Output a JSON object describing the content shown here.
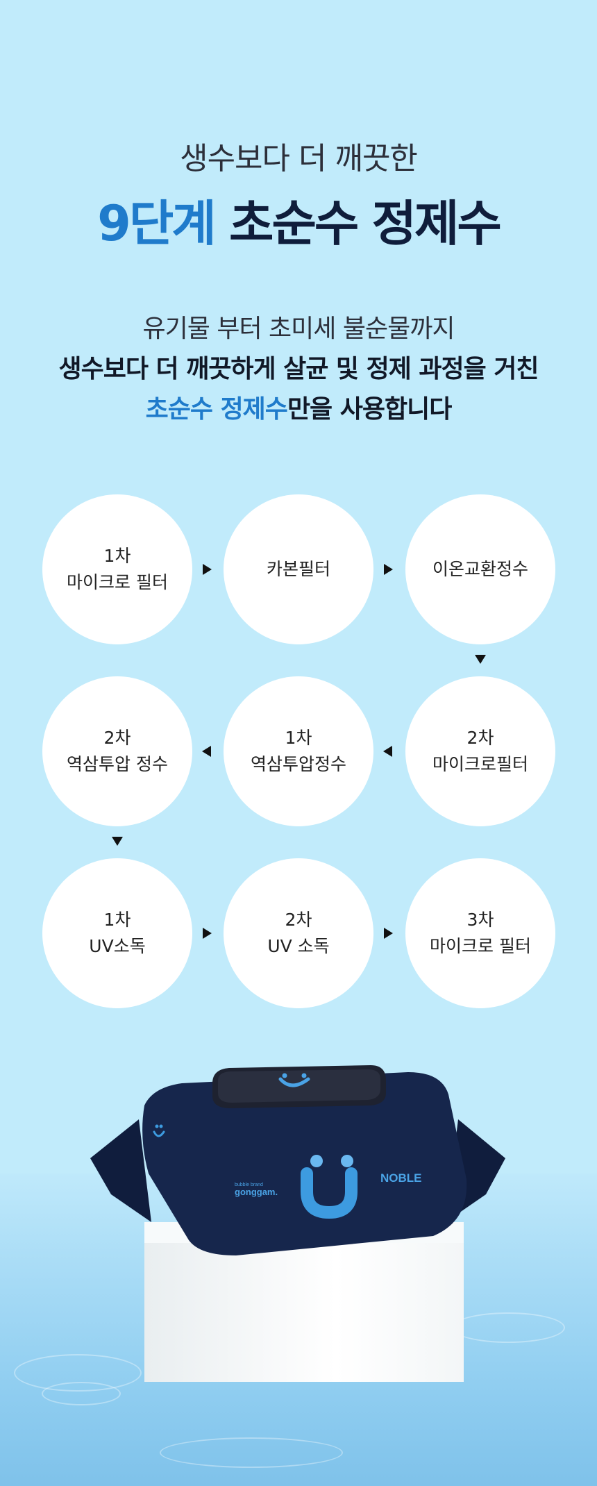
{
  "header": {
    "subtitle": "생수보다 더 깨끗한",
    "title_accent": "9단계",
    "title_rest": " 초순수 정제수"
  },
  "description": {
    "line1": "유기물 부터 초미세 불순물까지",
    "line2": "생수보다 더 깨끗하게 살균 및 정제 과정을 거친",
    "line3_accent": "초순수 정제수",
    "line3_rest": "만을 사용합니다"
  },
  "steps": [
    {
      "line1": "1차",
      "line2": "마이크로 필터"
    },
    {
      "line1": "카본필터",
      "line2": ""
    },
    {
      "line1": "이온교환정수",
      "line2": ""
    },
    {
      "line1": "2차",
      "line2": "마이크로필터"
    },
    {
      "line1": "1차",
      "line2": "역삼투압정수"
    },
    {
      "line1": "2차",
      "line2": "역삼투압 정수"
    },
    {
      "line1": "1차",
      "line2": "UV소독"
    },
    {
      "line1": "2차",
      "line2": "UV 소독"
    },
    {
      "line1": "3차",
      "line2": "마이크로 필터"
    }
  ],
  "product": {
    "brand_mark": "NOBLE",
    "brand_small": "gonggam.",
    "brand_tiny": "bubble brand"
  },
  "colors": {
    "background": "#c1ebfb",
    "accent": "#1f7bcb",
    "navy": "#0f1d3b",
    "package": "#16264c"
  }
}
